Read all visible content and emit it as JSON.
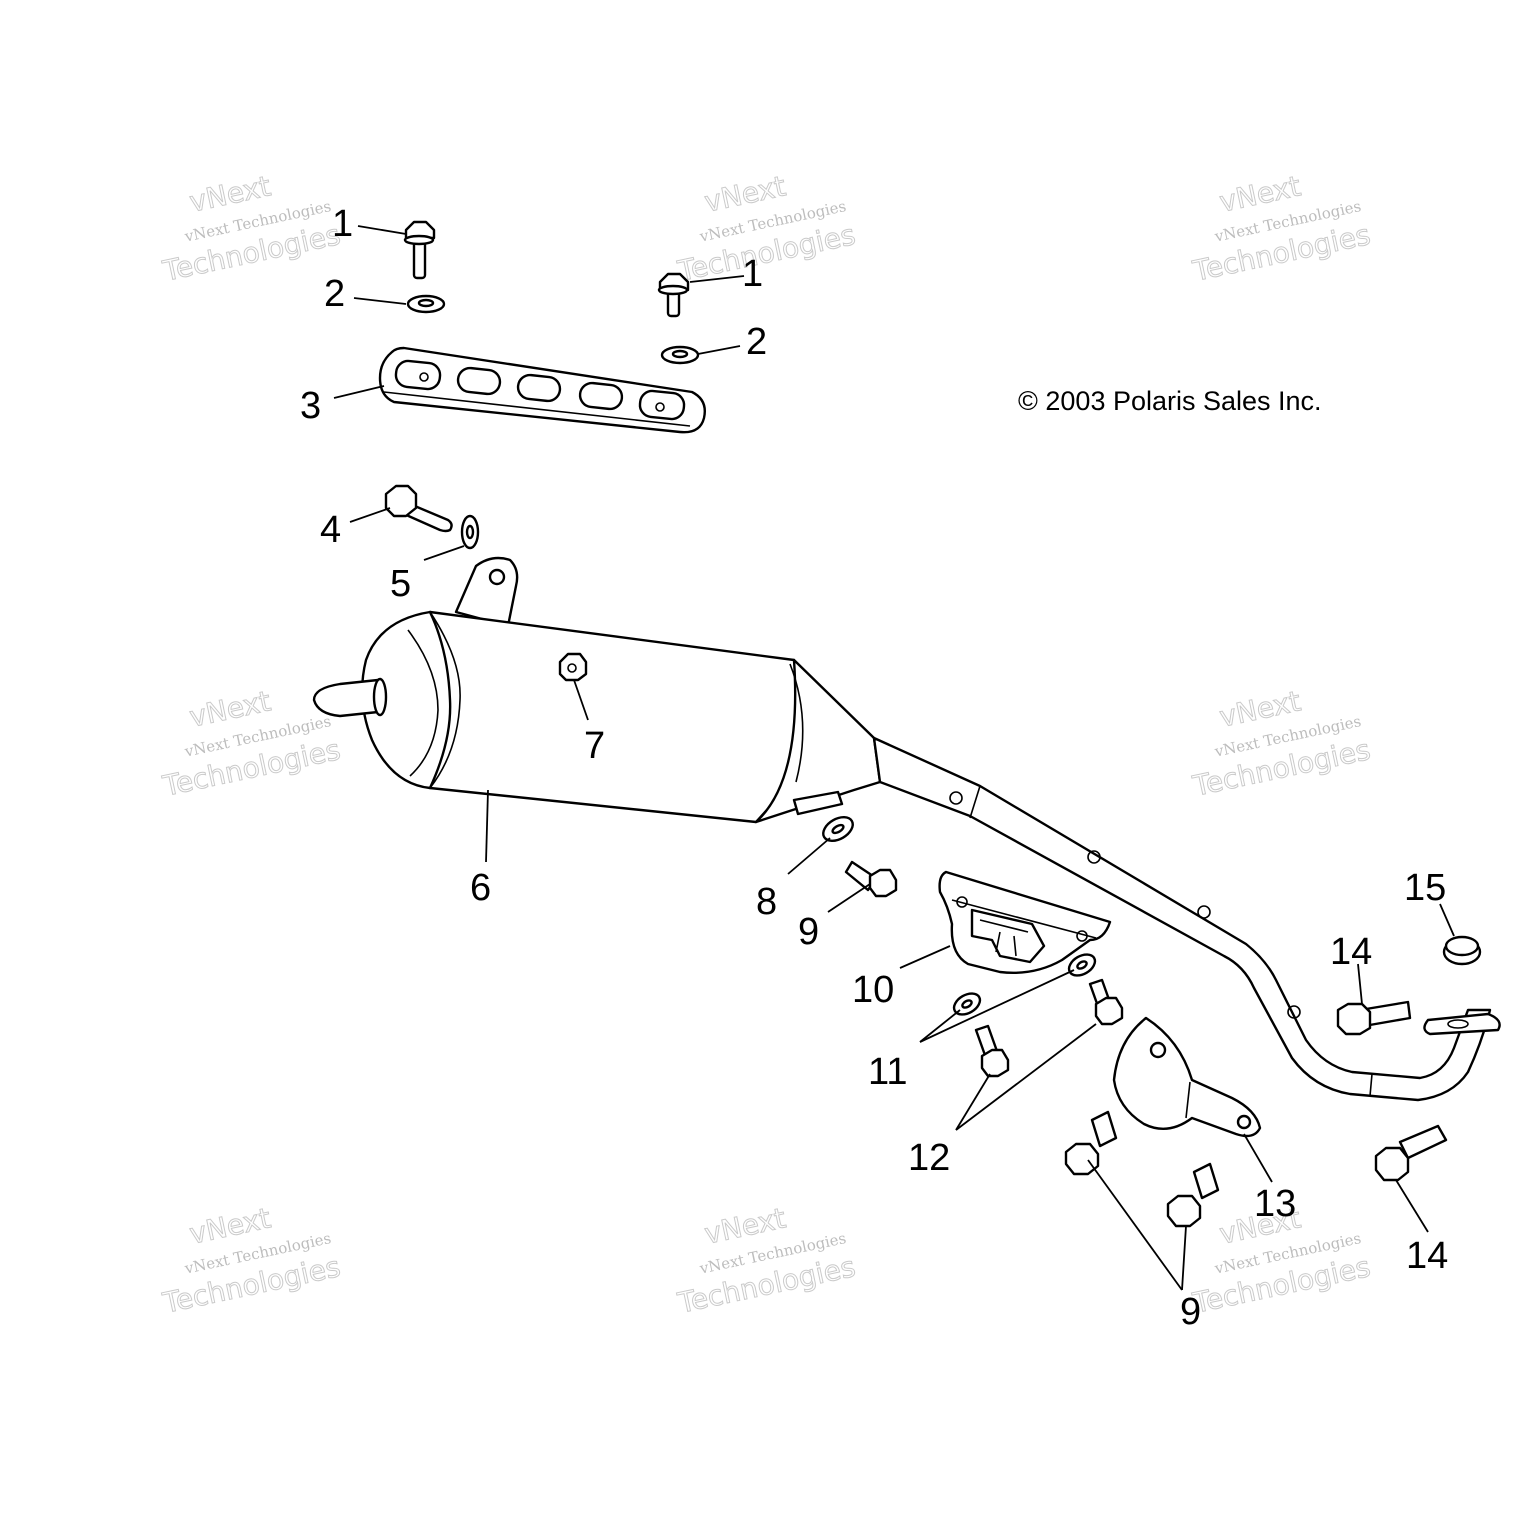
{
  "copyright": "© 2003 Polaris Sales Inc.",
  "watermark": {
    "line1": "vNext Technologies",
    "line2": "vNext",
    "line3": "Technologies"
  },
  "callouts": {
    "c1a": "1",
    "c1b": "1",
    "c2a": "2",
    "c2b": "2",
    "c3": "3",
    "c4": "4",
    "c5": "5",
    "c6": "6",
    "c7": "7",
    "c8": "8",
    "c9a": "9",
    "c9b": "9",
    "c10": "10",
    "c11": "11",
    "c12": "12",
    "c13": "13",
    "c14a": "14",
    "c14b": "14",
    "c15": "15"
  },
  "parts": [
    "bolt-flange",
    "washer",
    "heat-shield-bracket",
    "bolt",
    "washer-small",
    "muffler",
    "nut",
    "gasket",
    "bolt-short",
    "heat-shield-plate",
    "washer-pair",
    "bolt-pair",
    "mount-bracket",
    "bolt-long",
    "exhaust-seal"
  ]
}
